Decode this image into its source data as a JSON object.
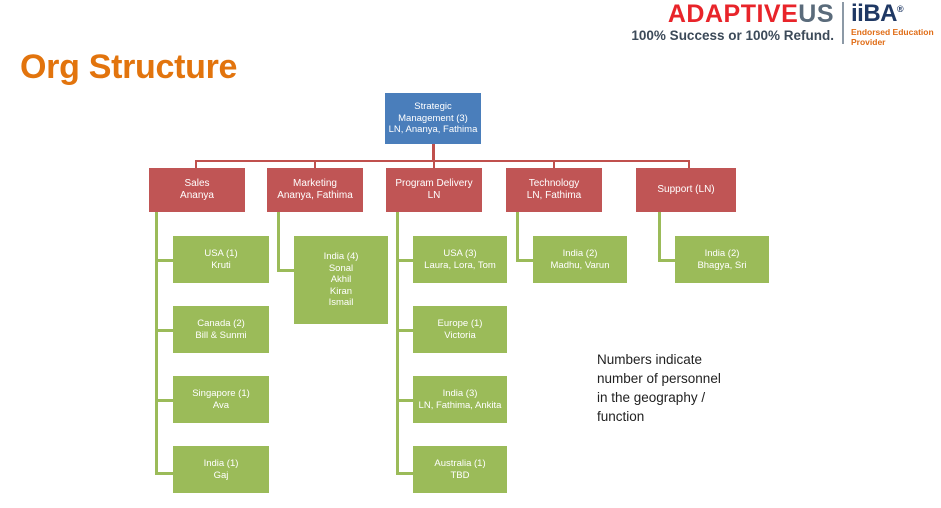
{
  "brand": {
    "wordmark_primary": "ADAPTIVE",
    "wordmark_secondary": "US",
    "tagline": "100% Success or 100% Refund.",
    "partner_mark": "iiBA",
    "partner_registered": "®",
    "partner_subtitle": "Endorsed Education Provider"
  },
  "title": "Org Structure",
  "legend": {
    "line1": "Numbers indicate",
    "line2": "number of personnel",
    "line3": "in the geography /",
    "line4": "function"
  },
  "colors": {
    "blue": "#4A7EBB",
    "red": "#C05555",
    "green": "#9BBB59",
    "connector_red": "#C0504D",
    "connector_green": "#9BBB59",
    "title_orange": "#E2740D",
    "brand_red": "#E8242A",
    "brand_slate": "#5A6B7B",
    "iiba_navy": "#1F3864",
    "iiba_orange": "#E06C15"
  },
  "chart_data": {
    "type": "org-chart",
    "root": {
      "title": "Strategic Management (3)",
      "people": "LN, Ananya, Fathima",
      "count": 3
    },
    "departments": [
      {
        "title": "Sales",
        "people": "Ananya",
        "children": [
          {
            "title": "USA (1)",
            "people": "Kruti",
            "count": 1
          },
          {
            "title": "Canada (2)",
            "people": "Bill & Sunmi",
            "count": 2
          },
          {
            "title": "Singapore (1)",
            "people": "Ava",
            "count": 1
          },
          {
            "title": "India (1)",
            "people": "Gaj",
            "count": 1
          }
        ]
      },
      {
        "title": "Marketing",
        "people": "Ananya, Fathima",
        "children": [
          {
            "title": "India (4)",
            "people": "Sonal\nAkhil\nKiran\nIsmail",
            "count": 4
          }
        ]
      },
      {
        "title": "Program Delivery",
        "people": "LN",
        "children": [
          {
            "title": "USA (3)",
            "people": "Laura, Lora, Tom",
            "count": 3
          },
          {
            "title": "Europe (1)",
            "people": "Victoria",
            "count": 1
          },
          {
            "title": "India (3)",
            "people": "LN, Fathima, Ankita",
            "count": 3
          },
          {
            "title": "Australia (1)",
            "people": "TBD",
            "count": 1
          }
        ]
      },
      {
        "title": "Technology",
        "people": "LN, Fathima",
        "children": [
          {
            "title": "India (2)",
            "people": "Madhu, Varun",
            "count": 2
          }
        ]
      },
      {
        "title": "Support (LN)",
        "people": "",
        "children": [
          {
            "title": "India (2)",
            "people": "Bhagya, Sri",
            "count": 2
          }
        ]
      }
    ]
  },
  "nodes": {
    "root_title": "Strategic Management (3)",
    "root_line1": "Strategic",
    "root_line2": "Management (3)",
    "root_people": "LN, Ananya, Fathima",
    "sales_title": "Sales",
    "sales_people": "Ananya",
    "marketing_title": "Marketing",
    "marketing_people": "Ananya, Fathima",
    "delivery_title": "Program Delivery",
    "delivery_people": "LN",
    "technology_title": "Technology",
    "technology_people": "LN, Fathima",
    "support_title": "Support (LN)",
    "sales_usa_title": "USA (1)",
    "sales_usa_people": "Kruti",
    "sales_canada_title": "Canada (2)",
    "sales_canada_people": "Bill & Sunmi",
    "sales_singapore_title": "Singapore (1)",
    "sales_singapore_people": "Ava",
    "sales_india_title": "India (1)",
    "sales_india_people": "Gaj",
    "marketing_india_title": "India (4)",
    "marketing_india_p1": "Sonal",
    "marketing_india_p2": "Akhil",
    "marketing_india_p3": "Kiran",
    "marketing_india_p4": "Ismail",
    "delivery_usa_title": "USA (3)",
    "delivery_usa_people": "Laura, Lora, Tom",
    "delivery_europe_title": "Europe (1)",
    "delivery_europe_people": "Victoria",
    "delivery_india_title": "India (3)",
    "delivery_india_people": "LN, Fathima, Ankita",
    "delivery_australia_title": "Australia (1)",
    "delivery_australia_people": "TBD",
    "technology_india_title": "India (2)",
    "technology_india_people": "Madhu, Varun",
    "support_india_title": "India (2)",
    "support_india_people": "Bhagya, Sri"
  }
}
